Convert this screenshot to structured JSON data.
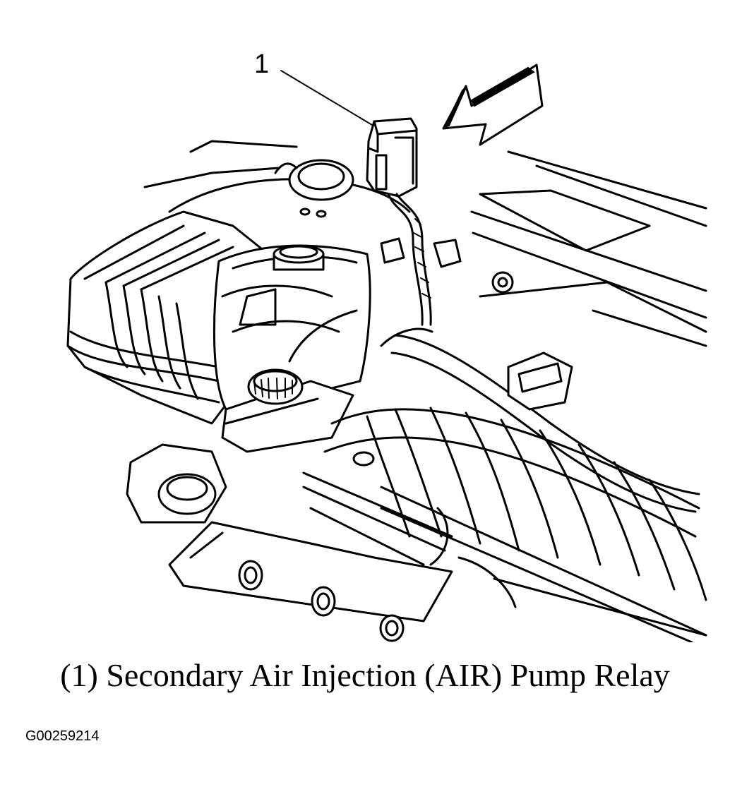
{
  "diagram": {
    "callout_number": "1",
    "caption": "(1) Secondary Air Injection (AIR) Pump Relay",
    "figure_id": "G00259214"
  },
  "icons": {
    "direction_arrow": "view-direction-arrow-icon",
    "relay": "relay-icon"
  },
  "colors": {
    "line": "#000000",
    "background": "#ffffff"
  }
}
